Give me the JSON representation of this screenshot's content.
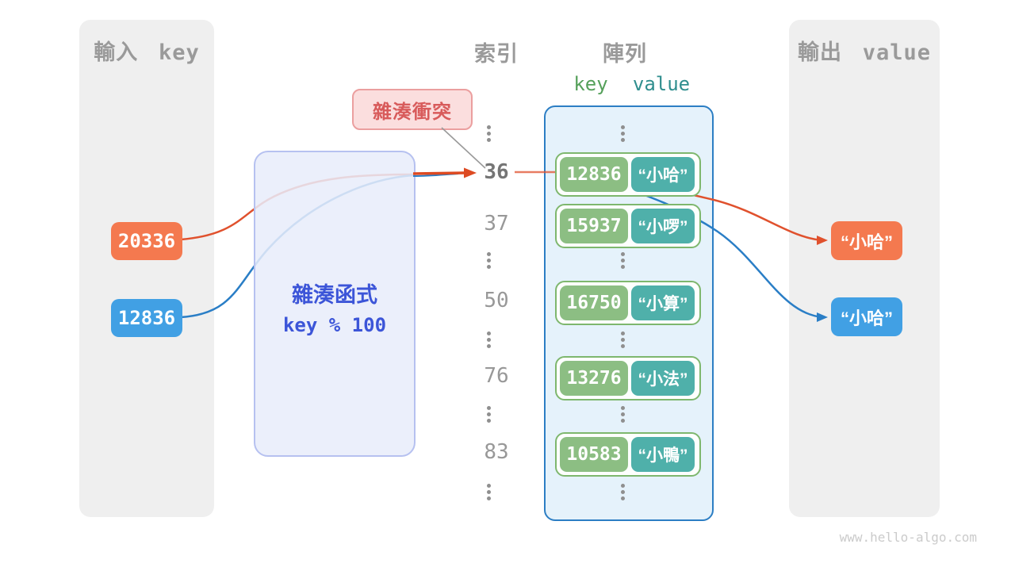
{
  "page": {
    "watermark": "www.hello-algo.com"
  },
  "colors": {
    "accent_orange": "#F4794F",
    "accent_blue": "#41A0E4",
    "arrow_orange": "#E0512D",
    "curve_blue": "#2A7EC6",
    "key_green": "#8CBE83",
    "value_teal": "#4FB0AA",
    "hash_text_blue": "#3C55D8",
    "badge_red": "#D85B5B",
    "array_border_blue": "#2C7EC4",
    "panel_gray": "#EFEFEF"
  },
  "input_panel": {
    "title_cjk": "輸入",
    "title_latin": "key",
    "items": [
      {
        "value": "20336",
        "color": "orange"
      },
      {
        "value": "12836",
        "color": "blue"
      }
    ]
  },
  "hash_box": {
    "title": "雜湊函式",
    "formula": "key % 100"
  },
  "collision_badge": {
    "label": "雜湊衝突"
  },
  "index_column": {
    "title": "索引",
    "labels": [
      "36",
      "37",
      "50",
      "76",
      "83"
    ],
    "highlighted": "36"
  },
  "array_panel": {
    "title": "陣列",
    "key_header": "key",
    "value_header": "value",
    "rows": [
      {
        "key": "12836",
        "value": "“小哈”"
      },
      {
        "key": "15937",
        "value": "“小啰”"
      },
      {
        "key": "16750",
        "value": "“小算”"
      },
      {
        "key": "13276",
        "value": "“小法”"
      },
      {
        "key": "10583",
        "value": "“小鴨”"
      }
    ]
  },
  "output_panel": {
    "title_cjk": "輸出",
    "title_latin": "value",
    "items": [
      {
        "value": "“小哈”",
        "color": "orange"
      },
      {
        "value": "“小哈”",
        "color": "blue"
      }
    ]
  }
}
